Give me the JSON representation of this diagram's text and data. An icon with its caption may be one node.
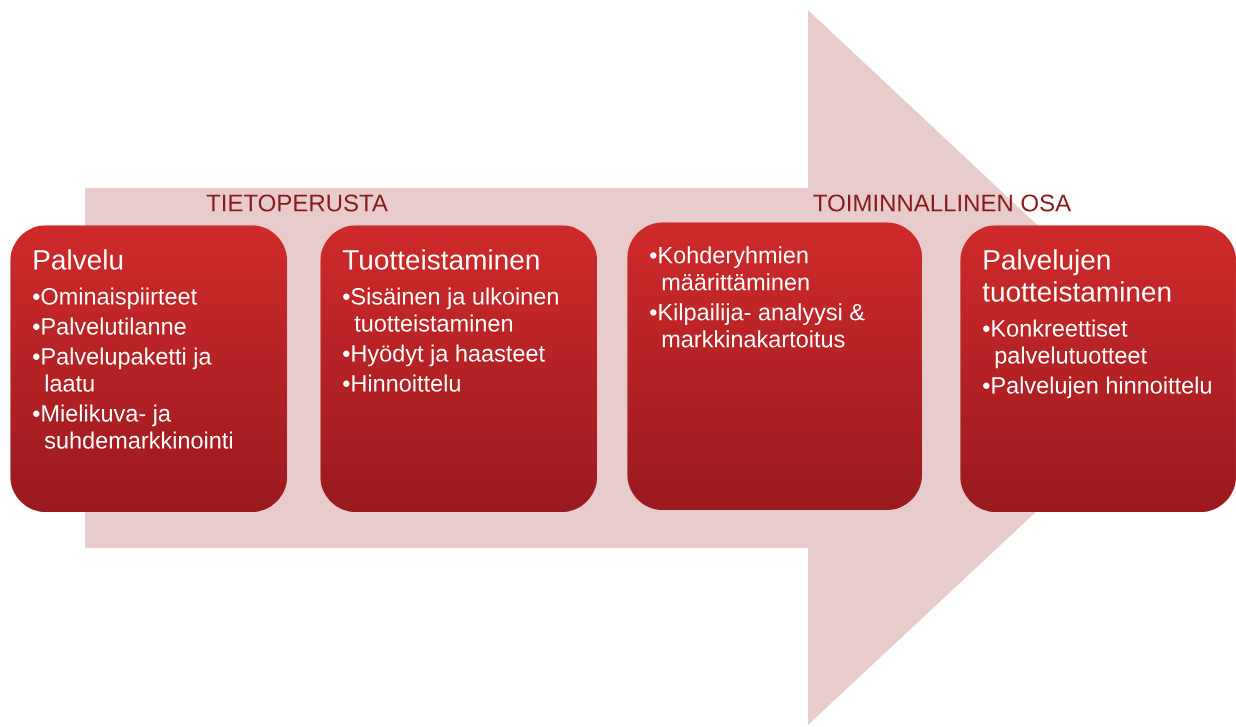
{
  "diagram": {
    "nodes": [
      {
        "text": [
          "Palvelu",
          "•Ominaispiirteet",
          "•Palvelutilanne",
          "•Palvelupaketti ja laatu",
          "•Mielikuva- ja suhdemarkkinointi"
        ]
      },
      {
        "text": [
          "Tuotteistaminen",
          "•Sisäinen ja ulkoinen tuotteistaminen",
          "•Hyödyt ja haasteet",
          "•Hinnoittelu"
        ]
      },
      {
        "text": [
          "•Kohderyhmien määrittäminen",
          "•Kilpailija- analyysi & markkinakartoitus"
        ]
      },
      {
        "text": [
          "Palvelujen tuotteistaminen",
          "•Konkreettiset palvelutuotteet",
          "•Palvelujen hinnoittelu"
        ]
      }
    ],
    "edges": [
      {
        "from": 0,
        "to": 3,
        "arrow": "to"
      }
    ],
    "labels": [
      "TIETOPERUSTA",
      "TOIMINNALLINEN OSA"
    ]
  }
}
